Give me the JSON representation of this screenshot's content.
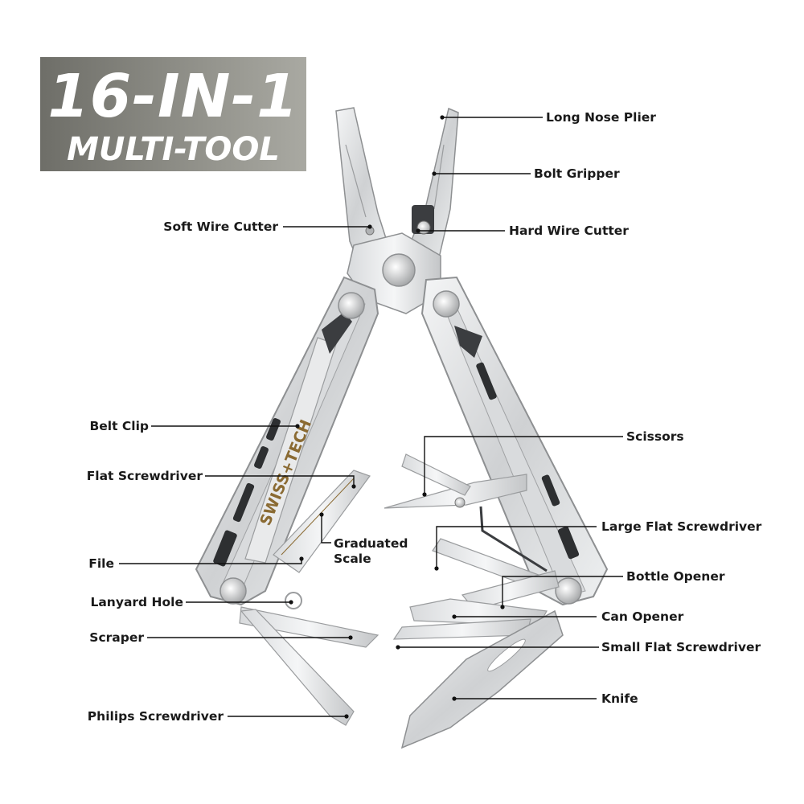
{
  "title": {
    "line1": "16-IN-1",
    "line2": "MULTI-TOOL"
  },
  "brand": "SWISS+TECH",
  "colors": {
    "steel_light": "#e4e5e6",
    "steel_dark": "#9a9c9e",
    "leader": "#111111",
    "title_bg": "#8a8a84",
    "brand_gold": "#8a6a32"
  },
  "callouts": {
    "long_nose_plier": "Long Nose Plier",
    "bolt_gripper": "Bolt Gripper",
    "soft_wire_cutter": "Soft Wire Cutter",
    "hard_wire_cutter": "Hard Wire Cutter",
    "belt_clip": "Belt Clip",
    "scissors": "Scissors",
    "flat_screwdriver": "Flat Screwdriver",
    "graduated_scale_1": "Graduated",
    "graduated_scale_2": "Scale",
    "large_flat_screwdriver": "Large Flat Screwdriver",
    "file": "File",
    "bottle_opener": "Bottle Opener",
    "lanyard_hole": "Lanyard Hole",
    "can_opener": "Can Opener",
    "scraper": "Scraper",
    "small_flat_screwdriver": "Small Flat Screwdriver",
    "knife": "Knife",
    "philips_screwdriver": "Philips Screwdriver"
  }
}
